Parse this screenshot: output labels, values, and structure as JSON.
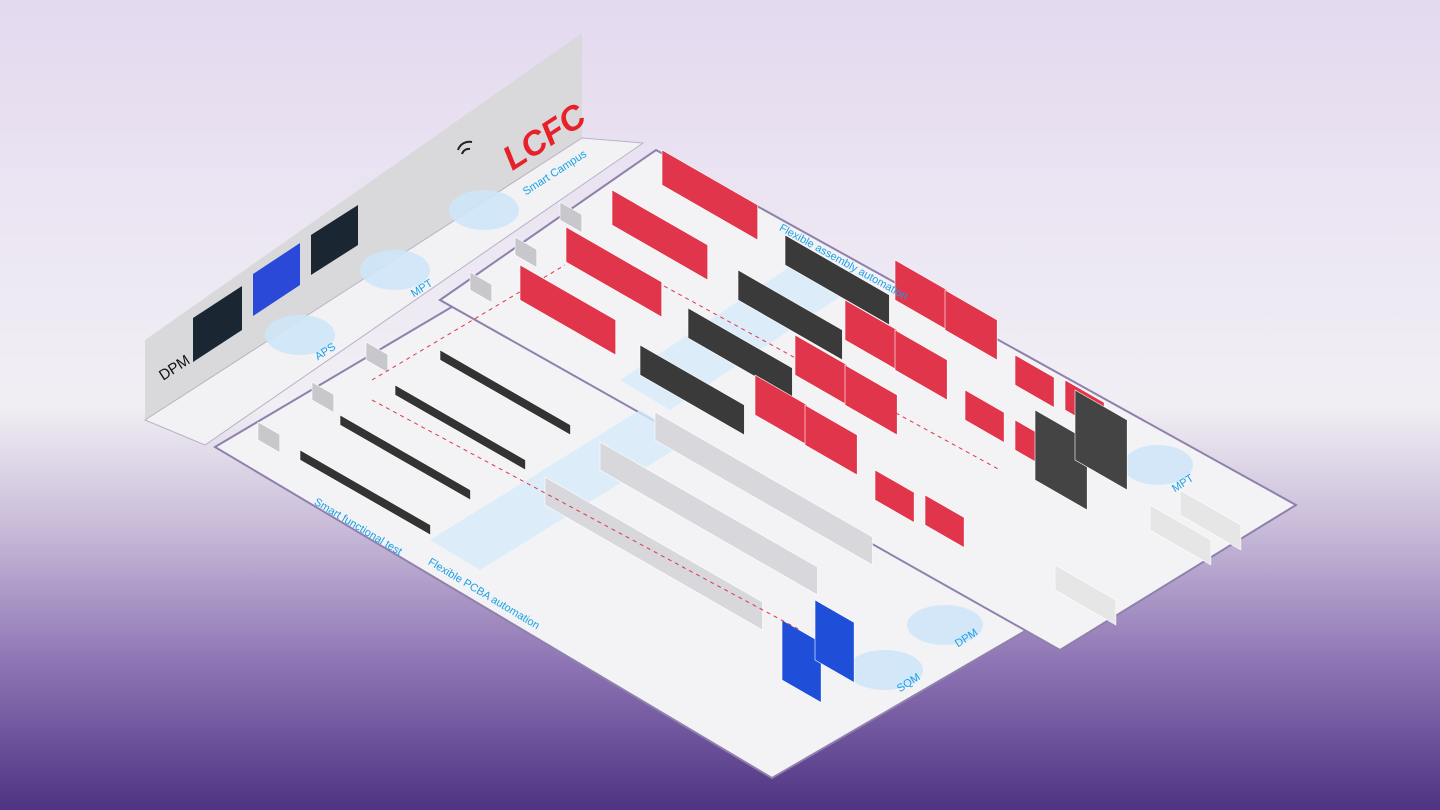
{
  "logo": "LCFC",
  "wall": {
    "label": "DPM"
  },
  "labels": {
    "aps": "APS",
    "mpt_left": "MPT",
    "smart_campus": "Smart Campus",
    "flexible_assembly": "Flexible assembly automation",
    "smart_functional_test": "Smart functional test",
    "flexible_pcba": "Flexible PCBA automation",
    "dpm_floor": "DPM",
    "sqm": "SQM",
    "mpt_right": "MPT"
  },
  "colors": {
    "accent": "#1aa0e8",
    "brand": "#e8202a",
    "machine_red": "#e0354a",
    "rack_blue": "#1f4fd8"
  }
}
